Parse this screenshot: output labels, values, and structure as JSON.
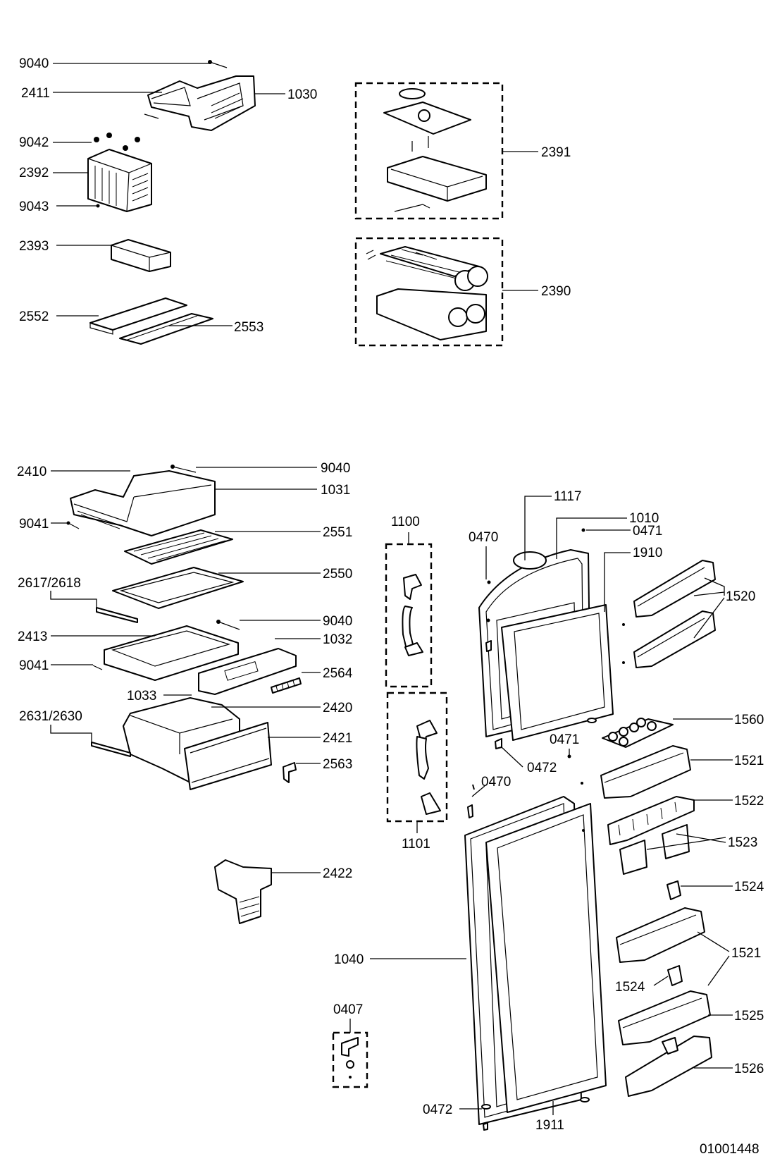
{
  "labels": {
    "l9040a": "9040",
    "l2411": "2411",
    "l1030": "1030",
    "l9042": "9042",
    "l2392": "2392",
    "l9043": "9043",
    "l2393": "2393",
    "l2552": "2552",
    "l2553": "2553",
    "l2391": "2391",
    "l2390": "2390",
    "l2410": "2410",
    "l9040b": "9040",
    "l1031": "1031",
    "l9041a": "9041",
    "l2551": "2551",
    "l2550": "2550",
    "l2617": "2617/2618",
    "l9040c": "9040",
    "l2413": "2413",
    "l1032": "1032",
    "l9041b": "9041",
    "l2564": "2564",
    "l1033": "1033",
    "l2420": "2420",
    "l2631": "2631/2630",
    "l2421": "2421",
    "l2563": "2563",
    "l2422": "2422",
    "l1100": "1100",
    "l1101": "1101",
    "l0407": "0407",
    "l1040": "1040",
    "l0472b": "0472",
    "l1911": "1911",
    "l1117": "1117",
    "l1010": "1010",
    "l0470a": "0470",
    "l0471a": "0471",
    "l1910": "1910",
    "l1520": "1520",
    "l1560": "1560",
    "l0471b": "0471",
    "l0472a": "0472",
    "l1521a": "1521",
    "l0470b": "0470",
    "l1522": "1522",
    "l1523": "1523",
    "l1524a": "1524",
    "l1521b": "1521",
    "l1524b": "1524",
    "l1525": "1525",
    "l1526": "1526",
    "docnum": "01001448"
  }
}
